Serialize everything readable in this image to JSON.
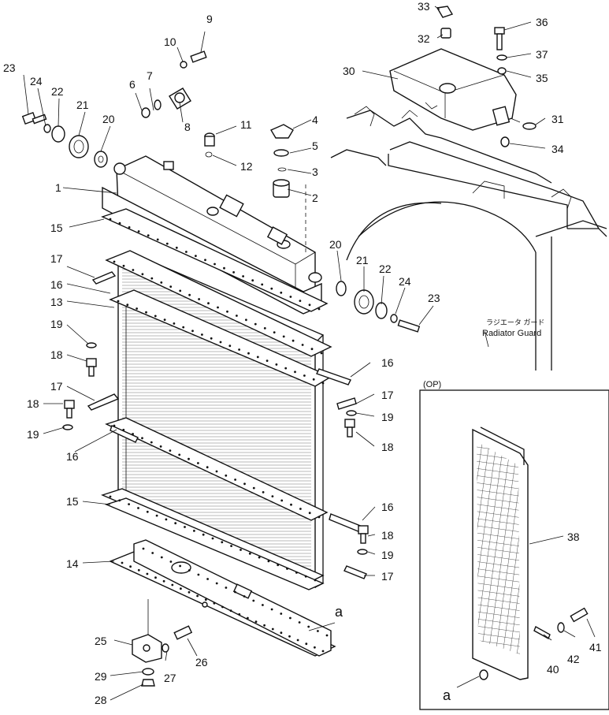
{
  "diagram": {
    "guard_label_jp": "ラジエータ ガード",
    "guard_label_en": "Radiator Guard",
    "option_label": "(OP)",
    "ref_a": "a",
    "callouts": [
      {
        "id": "c1",
        "text": "1"
      },
      {
        "id": "c2",
        "text": "2"
      },
      {
        "id": "c3",
        "text": "3"
      },
      {
        "id": "c4",
        "text": "4"
      },
      {
        "id": "c5",
        "text": "5"
      },
      {
        "id": "c6",
        "text": "6"
      },
      {
        "id": "c7",
        "text": "7"
      },
      {
        "id": "c8",
        "text": "8"
      },
      {
        "id": "c9",
        "text": "9"
      },
      {
        "id": "c10",
        "text": "10"
      },
      {
        "id": "c11",
        "text": "11"
      },
      {
        "id": "c12",
        "text": "12"
      },
      {
        "id": "c13",
        "text": "13"
      },
      {
        "id": "c14",
        "text": "14"
      },
      {
        "id": "c15a",
        "text": "15"
      },
      {
        "id": "c15b",
        "text": "15"
      },
      {
        "id": "c16a",
        "text": "16"
      },
      {
        "id": "c16b",
        "text": "16"
      },
      {
        "id": "c16c",
        "text": "16"
      },
      {
        "id": "c16d",
        "text": "16"
      },
      {
        "id": "c17a",
        "text": "17"
      },
      {
        "id": "c17b",
        "text": "17"
      },
      {
        "id": "c17c",
        "text": "17"
      },
      {
        "id": "c17d",
        "text": "17"
      },
      {
        "id": "c18a",
        "text": "18"
      },
      {
        "id": "c18b",
        "text": "18"
      },
      {
        "id": "c18c",
        "text": "18"
      },
      {
        "id": "c18d",
        "text": "18"
      },
      {
        "id": "c19a",
        "text": "19"
      },
      {
        "id": "c19b",
        "text": "19"
      },
      {
        "id": "c19c",
        "text": "19"
      },
      {
        "id": "c19d",
        "text": "19"
      },
      {
        "id": "c20a",
        "text": "20"
      },
      {
        "id": "c20b",
        "text": "20"
      },
      {
        "id": "c21a",
        "text": "21"
      },
      {
        "id": "c21b",
        "text": "21"
      },
      {
        "id": "c22a",
        "text": "22"
      },
      {
        "id": "c22b",
        "text": "22"
      },
      {
        "id": "c23a",
        "text": "23"
      },
      {
        "id": "c23b",
        "text": "23"
      },
      {
        "id": "c24a",
        "text": "24"
      },
      {
        "id": "c24b",
        "text": "24"
      },
      {
        "id": "c25",
        "text": "25"
      },
      {
        "id": "c26",
        "text": "26"
      },
      {
        "id": "c27",
        "text": "27"
      },
      {
        "id": "c28",
        "text": "28"
      },
      {
        "id": "c29",
        "text": "29"
      },
      {
        "id": "c30",
        "text": "30"
      },
      {
        "id": "c31",
        "text": "31"
      },
      {
        "id": "c32",
        "text": "32"
      },
      {
        "id": "c33",
        "text": "33"
      },
      {
        "id": "c34",
        "text": "34"
      },
      {
        "id": "c35",
        "text": "35"
      },
      {
        "id": "c36",
        "text": "36"
      },
      {
        "id": "c37",
        "text": "37"
      },
      {
        "id": "c38",
        "text": "38"
      },
      {
        "id": "c40",
        "text": "40"
      },
      {
        "id": "c41",
        "text": "41"
      },
      {
        "id": "c42",
        "text": "42"
      }
    ]
  }
}
